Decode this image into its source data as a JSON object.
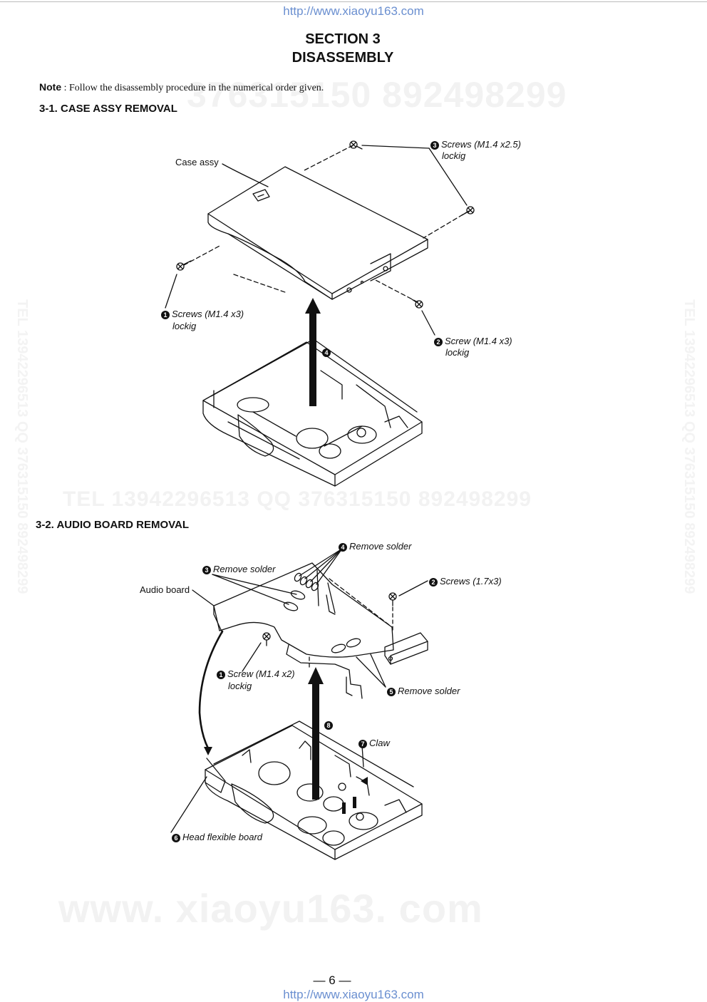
{
  "header": {
    "url_top": "http://www.xiaoyu163.com",
    "url_bottom": "http://www.xiaoyu163.com"
  },
  "title": {
    "line1": "SECTION 3",
    "line2": "DISASSEMBLY"
  },
  "note": {
    "label": "Note",
    "text": ": Follow the disassembly procedure in the numerical order given."
  },
  "watermarks": {
    "row1": "376315150    892498299",
    "row2": "TEL  13942296513       QQ  376315150  892498299",
    "row3": "www. xiaoyu163. com",
    "left_vertical": "TEL 13942296513  QQ 376315150  892498299",
    "right_vertical": "TEL 13942296513  QQ 376315150  892498299"
  },
  "section1": {
    "heading": "3-1. CASE ASSY REMOVAL",
    "labels": {
      "case_assy": "Case assy",
      "step1": {
        "num": "1",
        "line1": "Screws (M1.4 x3)",
        "line2": "lockig"
      },
      "step2": {
        "num": "2",
        "line1": "Screw (M1.4 x3)",
        "line2": "lockig"
      },
      "step3": {
        "num": "3",
        "line1": "Screws (M1.4 x2.5)",
        "line2": "lockig"
      },
      "step4": {
        "num": "4"
      }
    }
  },
  "section2": {
    "heading": "3-2. AUDIO BOARD REMOVAL",
    "labels": {
      "audio_board": "Audio board",
      "step1": {
        "num": "1",
        "line1": "Screw (M1.4 x2)",
        "line2": "lockig"
      },
      "step2": {
        "num": "2",
        "text": "Screws  (1.7x3)"
      },
      "step3": {
        "num": "3",
        "text": "Remove solder"
      },
      "step4": {
        "num": "4",
        "text": "Remove solder"
      },
      "step5": {
        "num": "5",
        "text": "Remove solder"
      },
      "step6": {
        "num": "6",
        "text": "Head flexible board"
      },
      "step7": {
        "num": "7",
        "text": "Claw"
      },
      "step8": {
        "num": "8"
      }
    }
  },
  "footer": {
    "page_number": "— 6 —"
  }
}
